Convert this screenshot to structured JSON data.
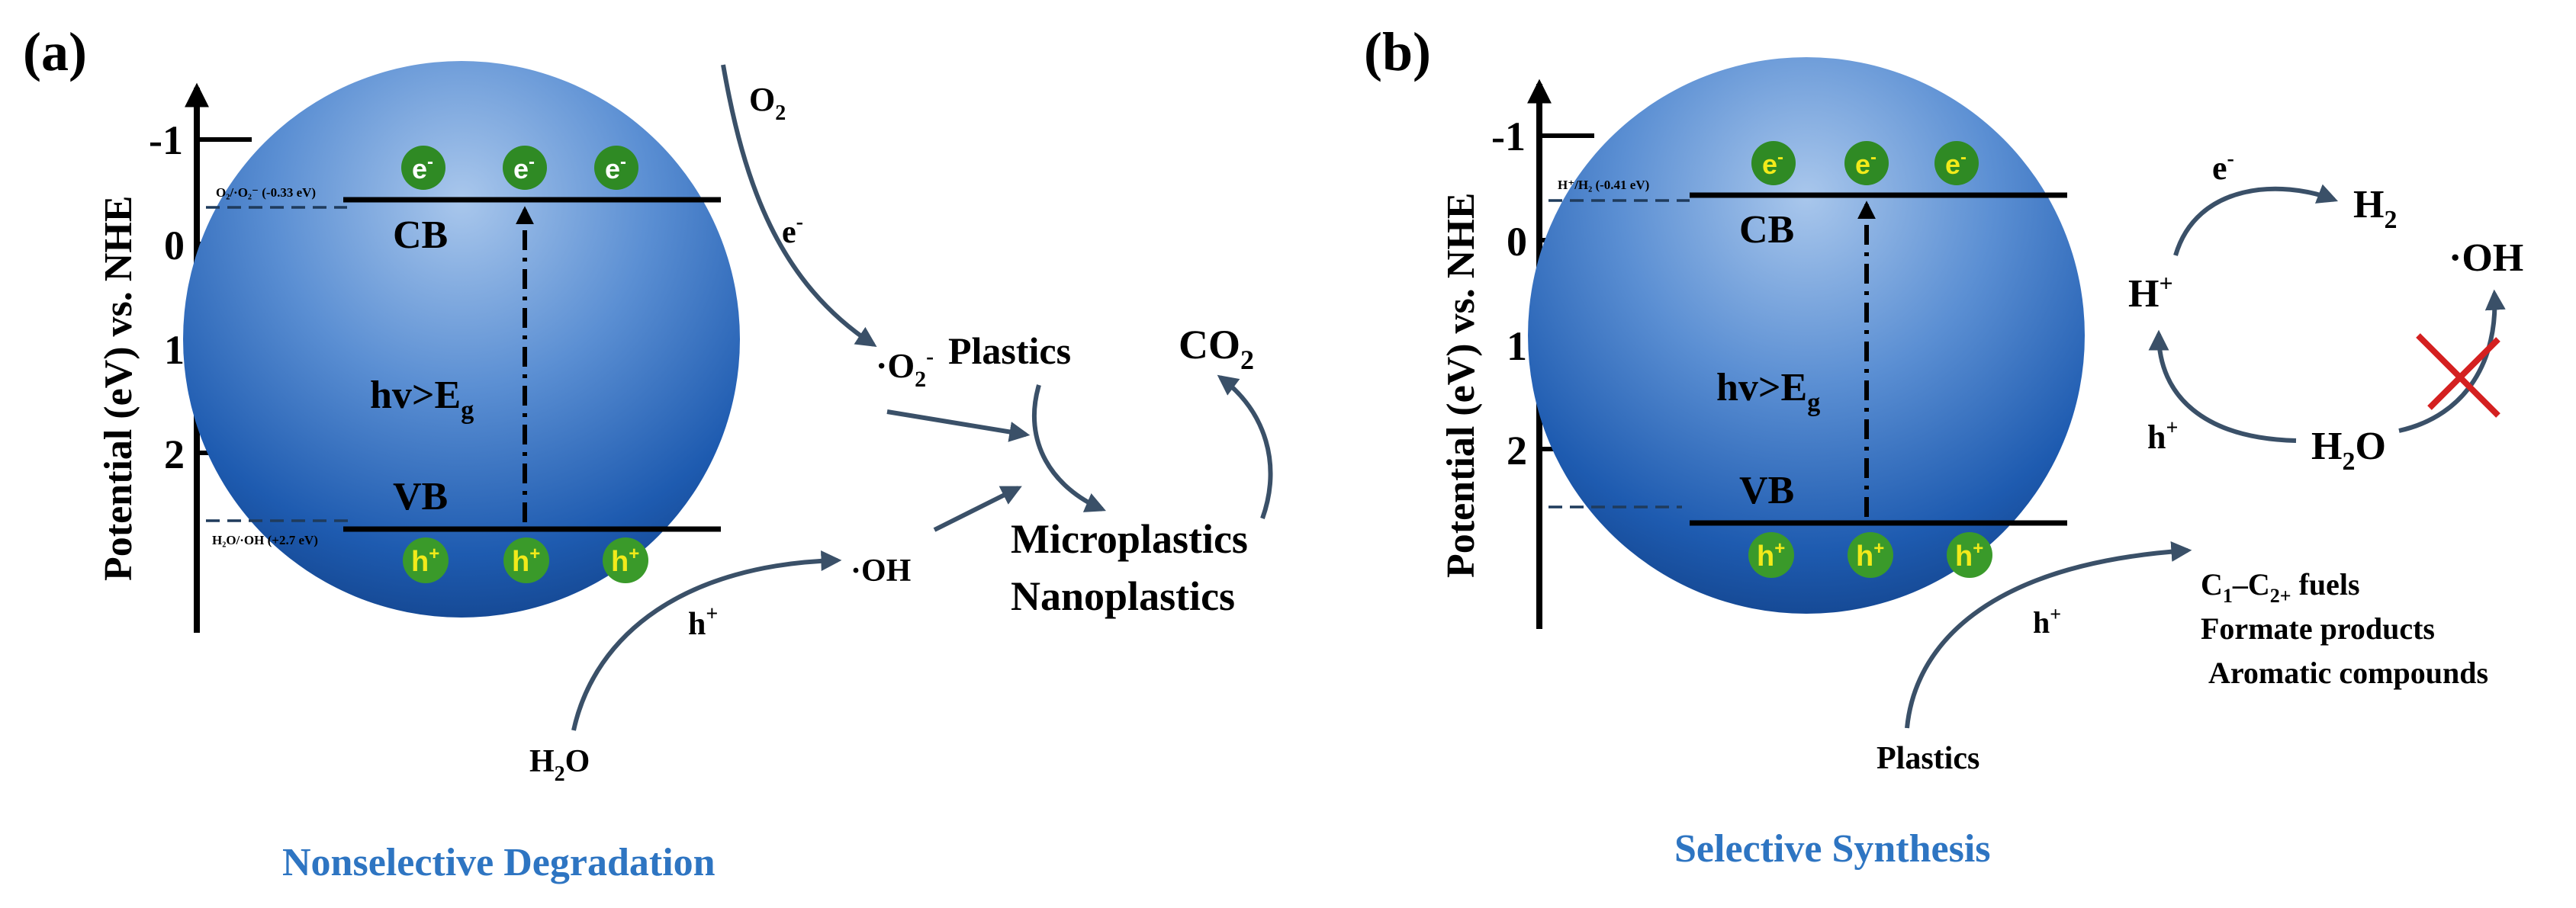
{
  "panel_a": {
    "letter": "(a)",
    "y_axis_label": "Potential (eV) vs. NHE",
    "ticks": [
      "-1",
      "0",
      "1",
      "2"
    ],
    "cb_label": "CB",
    "vb_label": "VB",
    "hv_label": "hv>E",
    "hv_sub": "g",
    "electron": "e",
    "electron_sup": "-",
    "hole": "h",
    "hole_sup": "+",
    "ref_top": "O₂/·O₂⁻ (-0.33 eV)",
    "ref_bottom": "H₂O/·OH (+2.7 eV)",
    "o2": "O",
    "o2_sub": "2",
    "e_arrow_label": "e",
    "e_arrow_sup": "-",
    "superoxide": "·O",
    "superoxide_sub": "2",
    "superoxide_sup": "-",
    "plastics": "Plastics",
    "co2": "CO",
    "co2_sub": "2",
    "oh": "·OH",
    "h_arrow_label": "h",
    "h_arrow_sup": "+",
    "h2o": "H",
    "h2o_sub": "2",
    "h2o_tail": "O",
    "micro": "Microplastics",
    "nano": "Nanoplastics",
    "caption": "Nonselective Degradation",
    "caption_color": "#2e75c2"
  },
  "panel_b": {
    "letter": "(b)",
    "y_axis_label": "Potential (eV) vs. NHE",
    "ticks": [
      "-1",
      "0",
      "1",
      "2"
    ],
    "cb_label": "CB",
    "vb_label": "VB",
    "hv_label": "hv>E",
    "hv_sub": "g",
    "electron": "e",
    "electron_sup": "-",
    "hole": "h",
    "hole_sup": "+",
    "ref_top": "H⁺/H₂ (-0.41 eV)",
    "e_label": "e",
    "e_sup": "-",
    "h2": "H",
    "h2_sub": "2",
    "oh": "·OH",
    "hplus": "H",
    "hplus_sup": "+",
    "h_label": "h",
    "h_sup": "+",
    "h2o": "H",
    "h2o_sub": "2",
    "h2o_tail": "O",
    "h_arrow_label": "h",
    "h_arrow_sup": "+",
    "plastics": "Plastics",
    "fuels_pre": "C",
    "fuels_sub1": "1",
    "fuels_mid": "–C",
    "fuels_sub2": "2+",
    "fuels_tail": " fuels",
    "formate": "Formate products",
    "aromatic": "Aromatic compounds",
    "caption": "Selective Synthesis",
    "caption_color": "#2e75c2",
    "cross_color": "#d42020"
  }
}
